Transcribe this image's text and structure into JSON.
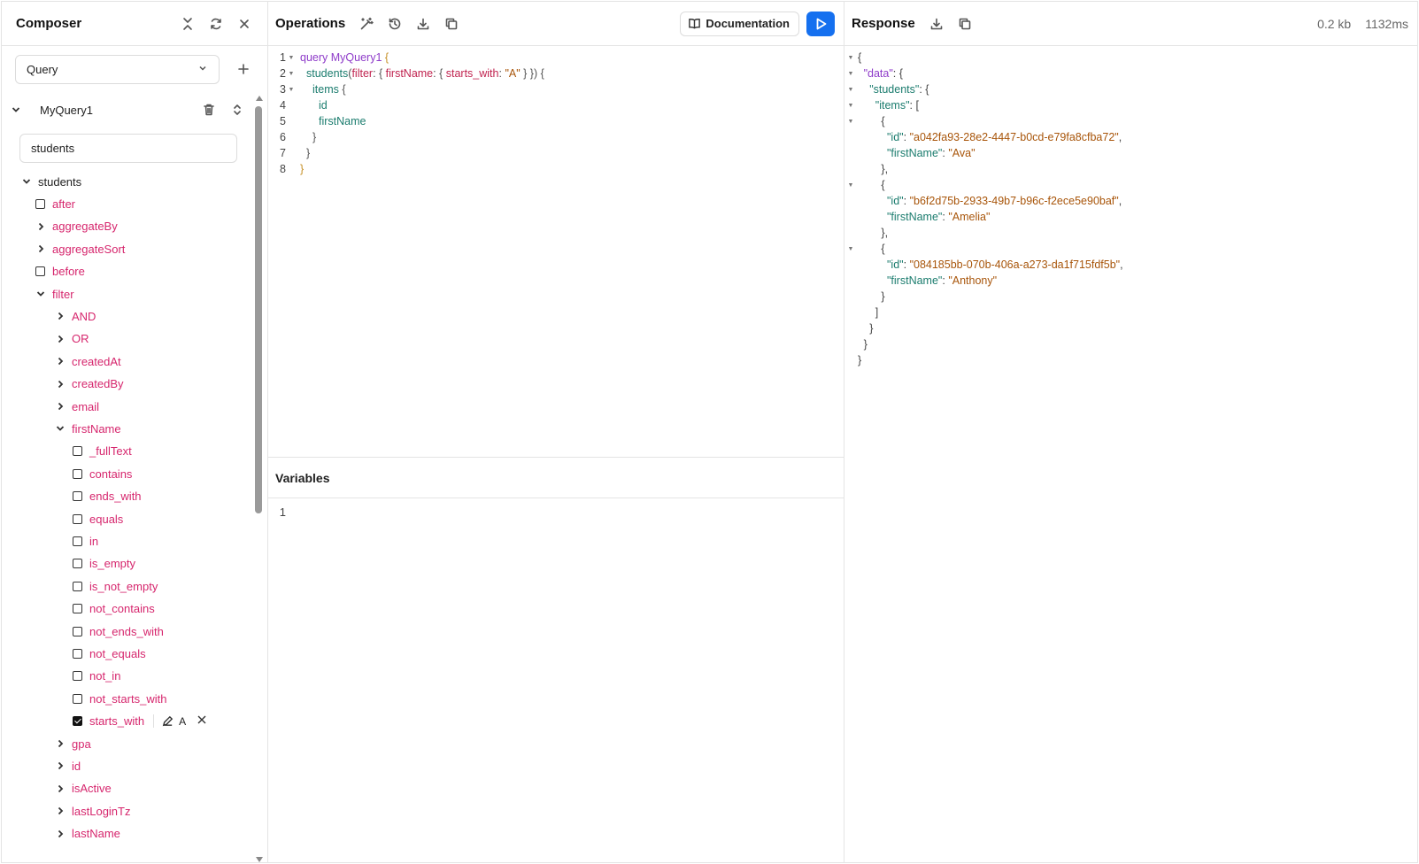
{
  "composer": {
    "title": "Composer",
    "operation_type": "Query",
    "operation_name": "MyQuery1",
    "search_value": "students",
    "tree": [
      {
        "label": "students",
        "kind": "chev",
        "open": true,
        "level": 0,
        "color": "dark"
      },
      {
        "label": "after",
        "kind": "cb",
        "level": 1
      },
      {
        "label": "aggregateBy",
        "kind": "chev",
        "level": 1
      },
      {
        "label": "aggregateSort",
        "kind": "chev",
        "level": 1
      },
      {
        "label": "before",
        "kind": "cb",
        "level": 1
      },
      {
        "label": "filter",
        "kind": "chev",
        "open": true,
        "level": 1
      },
      {
        "label": "AND",
        "kind": "chev",
        "level": 2
      },
      {
        "label": "OR",
        "kind": "chev",
        "level": 2
      },
      {
        "label": "createdAt",
        "kind": "chev",
        "level": 2
      },
      {
        "label": "createdBy",
        "kind": "chev",
        "level": 2
      },
      {
        "label": "email",
        "kind": "chev",
        "level": 2
      },
      {
        "label": "firstName",
        "kind": "chev",
        "open": true,
        "level": 2
      },
      {
        "label": "_fullText",
        "kind": "cb",
        "level": 3
      },
      {
        "label": "contains",
        "kind": "cb",
        "level": 3
      },
      {
        "label": "ends_with",
        "kind": "cb",
        "level": 3
      },
      {
        "label": "equals",
        "kind": "cb",
        "level": 3
      },
      {
        "label": "in",
        "kind": "cb",
        "level": 3
      },
      {
        "label": "is_empty",
        "kind": "cb",
        "level": 3
      },
      {
        "label": "is_not_empty",
        "kind": "cb",
        "level": 3
      },
      {
        "label": "not_contains",
        "kind": "cb",
        "level": 3
      },
      {
        "label": "not_ends_with",
        "kind": "cb",
        "level": 3
      },
      {
        "label": "not_equals",
        "kind": "cb",
        "level": 3
      },
      {
        "label": "not_in",
        "kind": "cb",
        "level": 3
      },
      {
        "label": "not_starts_with",
        "kind": "cb",
        "level": 3
      },
      {
        "label": "starts_with",
        "kind": "cb",
        "checked": true,
        "value": "A",
        "level": 3
      },
      {
        "label": "gpa",
        "kind": "chev",
        "level": 2
      },
      {
        "label": "id",
        "kind": "chev",
        "level": 2
      },
      {
        "label": "isActive",
        "kind": "chev",
        "level": 2
      },
      {
        "label": "lastLoginTz",
        "kind": "chev",
        "level": 2
      },
      {
        "label": "lastName",
        "kind": "chev",
        "level": 2
      }
    ]
  },
  "operations": {
    "title": "Operations",
    "doc_label": "Documentation",
    "lines": [
      {
        "n": "1",
        "fold": true,
        "indent": 0,
        "tokens": [
          [
            "kw",
            "query "
          ],
          [
            "op",
            "MyQuery1"
          ],
          [
            "brace",
            " {"
          ]
        ]
      },
      {
        "n": "2",
        "fold": true,
        "indent": 1,
        "tokens": [
          [
            "fn",
            "students"
          ],
          [
            "punc",
            "("
          ],
          [
            "arg",
            "filter"
          ],
          [
            "punc",
            ": { "
          ],
          [
            "arg",
            "firstName"
          ],
          [
            "punc",
            ": { "
          ],
          [
            "arg",
            "starts_with"
          ],
          [
            "punc",
            ": "
          ],
          [
            "str",
            "\"A\""
          ],
          [
            "punc",
            " } }) {"
          ]
        ]
      },
      {
        "n": "3",
        "fold": true,
        "indent": 2,
        "tokens": [
          [
            "fn",
            "items"
          ],
          [
            "punc",
            " {"
          ]
        ]
      },
      {
        "n": "4",
        "fold": false,
        "indent": 3,
        "tokens": [
          [
            "fn",
            "id"
          ]
        ]
      },
      {
        "n": "5",
        "fold": false,
        "indent": 3,
        "tokens": [
          [
            "fn",
            "firstName"
          ]
        ]
      },
      {
        "n": "6",
        "fold": false,
        "indent": 2,
        "tokens": [
          [
            "punc",
            "}"
          ]
        ]
      },
      {
        "n": "7",
        "fold": false,
        "indent": 1,
        "tokens": [
          [
            "punc",
            "}"
          ]
        ]
      },
      {
        "n": "8",
        "fold": false,
        "indent": 0,
        "tokens": [
          [
            "brace",
            "}"
          ]
        ]
      }
    ],
    "variables_title": "Variables",
    "variables_line": "1"
  },
  "response": {
    "title": "Response",
    "size": "0.2 kb",
    "time": "1132ms",
    "lines": [
      {
        "fold": true,
        "indent": 0,
        "tokens": [
          [
            "p",
            "{"
          ]
        ]
      },
      {
        "fold": true,
        "indent": 1,
        "tokens": [
          [
            "key",
            "\"data\""
          ],
          [
            "p",
            ": {"
          ]
        ]
      },
      {
        "fold": true,
        "indent": 2,
        "tokens": [
          [
            "key2",
            "\"students\""
          ],
          [
            "p",
            ": {"
          ]
        ]
      },
      {
        "fold": true,
        "indent": 3,
        "tokens": [
          [
            "key2",
            "\"items\""
          ],
          [
            "p",
            ": ["
          ]
        ]
      },
      {
        "fold": true,
        "indent": 4,
        "tokens": [
          [
            "p",
            "{"
          ]
        ]
      },
      {
        "fold": false,
        "indent": 5,
        "tokens": [
          [
            "key2",
            "\"id\""
          ],
          [
            "p",
            ": "
          ],
          [
            "str",
            "\"a042fa93-28e2-4447-b0cd-e79fa8cfba72\""
          ],
          [
            "p",
            ","
          ]
        ]
      },
      {
        "fold": false,
        "indent": 5,
        "tokens": [
          [
            "key2",
            "\"firstName\""
          ],
          [
            "p",
            ": "
          ],
          [
            "str",
            "\"Ava\""
          ]
        ]
      },
      {
        "fold": false,
        "indent": 4,
        "tokens": [
          [
            "p",
            "},"
          ]
        ]
      },
      {
        "fold": true,
        "indent": 4,
        "tokens": [
          [
            "p",
            "{"
          ]
        ]
      },
      {
        "fold": false,
        "indent": 5,
        "tokens": [
          [
            "key2",
            "\"id\""
          ],
          [
            "p",
            ": "
          ],
          [
            "str",
            "\"b6f2d75b-2933-49b7-b96c-f2ece5e90baf\""
          ],
          [
            "p",
            ","
          ]
        ]
      },
      {
        "fold": false,
        "indent": 5,
        "tokens": [
          [
            "key2",
            "\"firstName\""
          ],
          [
            "p",
            ": "
          ],
          [
            "str",
            "\"Amelia\""
          ]
        ]
      },
      {
        "fold": false,
        "indent": 4,
        "tokens": [
          [
            "p",
            "},"
          ]
        ]
      },
      {
        "fold": true,
        "indent": 4,
        "tokens": [
          [
            "p",
            "{"
          ]
        ]
      },
      {
        "fold": false,
        "indent": 5,
        "tokens": [
          [
            "key2",
            "\"id\""
          ],
          [
            "p",
            ": "
          ],
          [
            "str",
            "\"084185bb-070b-406a-a273-da1f715fdf5b\""
          ],
          [
            "p",
            ","
          ]
        ]
      },
      {
        "fold": false,
        "indent": 5,
        "tokens": [
          [
            "key2",
            "\"firstName\""
          ],
          [
            "p",
            ": "
          ],
          [
            "str",
            "\"Anthony\""
          ]
        ]
      },
      {
        "fold": false,
        "indent": 4,
        "tokens": [
          [
            "p",
            "}"
          ]
        ]
      },
      {
        "fold": false,
        "indent": 3,
        "tokens": [
          [
            "p",
            "]"
          ]
        ]
      },
      {
        "fold": false,
        "indent": 2,
        "tokens": [
          [
            "p",
            "}"
          ]
        ]
      },
      {
        "fold": false,
        "indent": 1,
        "tokens": [
          [
            "p",
            "}"
          ]
        ]
      },
      {
        "fold": false,
        "indent": 0,
        "tokens": [
          [
            "p",
            "}"
          ]
        ]
      }
    ]
  }
}
